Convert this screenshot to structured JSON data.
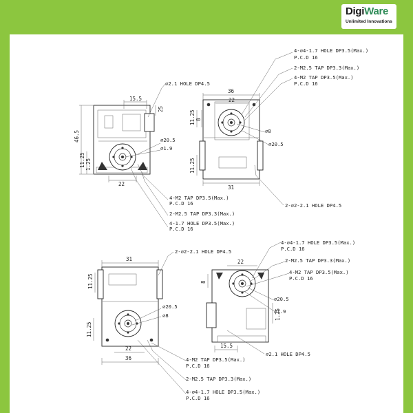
{
  "logo": {
    "brand_a": "Digi",
    "brand_b": "Ware",
    "tagline": "Unlimited Innovations"
  },
  "colors": {
    "border": "#8cc63f",
    "paper": "#ffffff",
    "ink": "#222222",
    "brand_green": "#2e8b57"
  },
  "views": {
    "top_left": {
      "note_hole": "2.1 HOLE DP4.5",
      "dim_top": "15.5",
      "dim_height": "46.5",
      "dim_25": "25",
      "dim_22": "22",
      "dim_side_a": "11.25",
      "dim_side_b": "1.25",
      "dia_outer": "20.5",
      "dia_inner": "1.9",
      "note_m2": "4-M2 TAP DP3.5(Max.)",
      "note_m2_pcd": "P.C.D 16",
      "note_m25": "2-M2.5 TAP DP3.3(Max.)",
      "note_h17": "4-1.7 HOLE DP3.5(Max.)",
      "note_h17_pcd": "P.C.D 16"
    },
    "top_right": {
      "note_h17": "4-1.7 HOLE DP3.5(Max.)",
      "note_h17_pcd": "P.C.D 16",
      "note_m25": "2-M2.5 TAP DP3.3(Max.)",
      "note_m2": "4-M2 TAP DP3.5(Max.)",
      "note_m2_pcd": "P.C.D 16",
      "dim_36": "36",
      "dim_22": "22",
      "dim_side_a": "11.25",
      "dim_side_b": "8",
      "dia_8": "8",
      "dia_outer": "20.5",
      "dim_side_c": "11.25",
      "dim_31": "31",
      "note_hole": "2-2.1 HOLE DP4.5"
    },
    "bottom_left": {
      "note_hole": "2-2.1 HOLE DP4.5",
      "dim_31": "31",
      "dim_side_a": "11.25",
      "dia_outer": "20.5",
      "dia_8": "8",
      "dim_side_b": "11.25",
      "dim_22": "22",
      "dim_36": "36",
      "note_m2": "4-M2 TAP DP3.5(Max.)",
      "note_m2_pcd": "P.C.D 16",
      "note_m25": "2-M2.5 TAP DP3.3(Max.)",
      "note_h17": "4-1.7 HOLE DP3.5(Max.)",
      "note_h17_pcd": "P.C.D 16"
    },
    "bottom_right": {
      "note_h17": "4-1.7 HOLE DP3.5(Max.)",
      "note_h17_pcd": "P.C.D 16",
      "dim_22": "22",
      "note_m25": "2-M2.5 TAP DP3.3(Max.)",
      "note_m2": "4-M2 TAP DP3.5(Max.)",
      "note_m2_pcd": "P.C.D 16",
      "dim_side_a": "8",
      "dia_outer": "20.5",
      "dia_inner": "1.9",
      "dim_side_b": "1.25",
      "dim_155": "15.5",
      "note_hole": "2.1 HOLE DP4.5"
    }
  }
}
